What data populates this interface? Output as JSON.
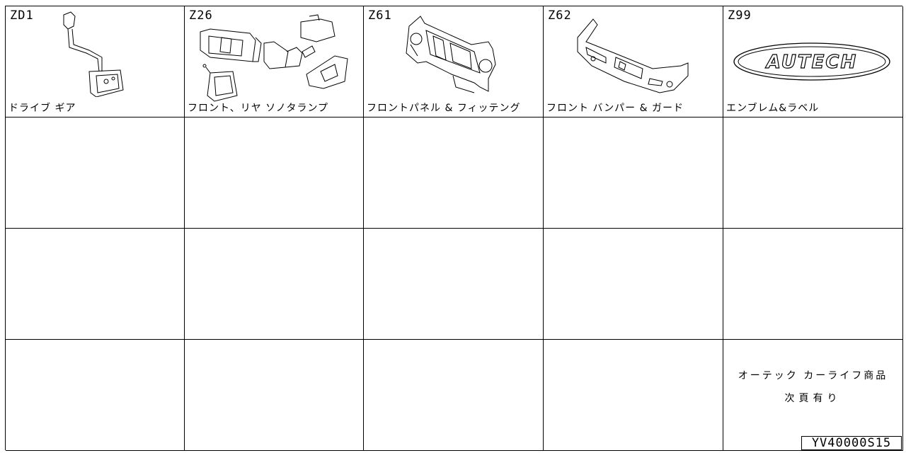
{
  "cells": [
    {
      "code": "ZD1",
      "label": "ドライブ ギア",
      "illustration": "drive-gear-shifter"
    },
    {
      "code": "Z26",
      "label": "フロント、リヤ ソノタランプ",
      "illustration": "lamps"
    },
    {
      "code": "Z61",
      "label": "フロントパネル & フィッテング",
      "illustration": "front-panel"
    },
    {
      "code": "Z62",
      "label": "フロント バンパー & ガード",
      "illustration": "front-bumper"
    },
    {
      "code": "Z99",
      "label": "エンブレム&ラベル",
      "illustration": "emblem"
    }
  ],
  "emblem_text": "AUTECH",
  "note": {
    "line1": "オーテック カーライフ商品",
    "line2": "次頁有り"
  },
  "doc_id": "YV40000S15"
}
